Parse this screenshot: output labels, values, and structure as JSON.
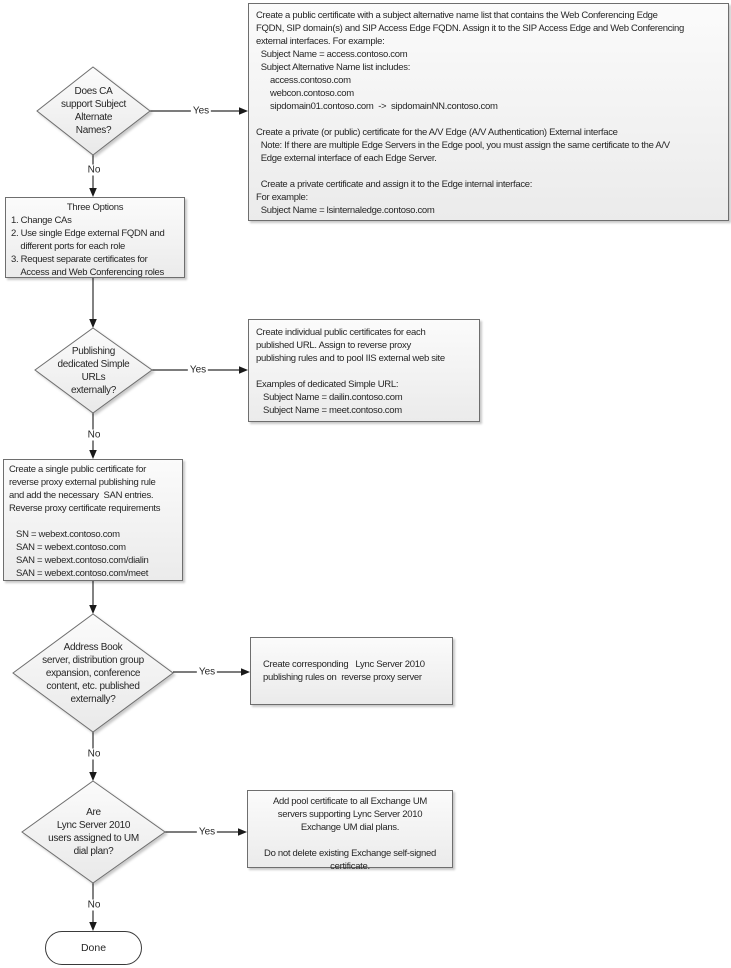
{
  "diagram_title": "Lync Server 2010 certificate planning flowchart",
  "colors": {
    "node_border": "#6e6e6e",
    "node_fill_top": "#fbfbfb",
    "node_fill_bottom": "#ebebeb",
    "connector": "#2e2e2e",
    "arrowhead": "#1a1a1a",
    "text": "#262626",
    "background": "#ffffff"
  },
  "nodes": {
    "decision_ca_san": {
      "label": "Does CA\nsupport Subject\nAlternate\nNames?"
    },
    "process_edge_certificates": {
      "text": "Create a public certificate with a subject alternative name list that contains the Web Conferencing Edge\nFQDN, SIP domain(s) and SIP Access Edge FQDN. Assign it to the SIP Access Edge and Web Conferencing\nexternal interfaces. For example:\n  Subject Name = access.contoso.com\n  Subject Alternative Name list includes:\n      access.contoso.com\n      webcon.contoso.com\n      sipdomain01.contoso.com  ->  sipdomainNN.contoso.com\n\nCreate a private (or public) certificate for the A/V Edge (A/V Authentication) External interface\n  Note: If there are multiple Edge Servers in the Edge pool, you must assign the same certificate to the A/V\n  Edge external interface of each Edge Server.\n\n  Create a private certificate and assign it to the Edge internal interface:\nFor example:\n  Subject Name = lsinternaledge.contoso.com"
    },
    "process_three_options": {
      "title": "Three Options",
      "text": "1. Change CAs\n2. Use single Edge external FQDN and\n    different ports for each role\n3. Request separate certificates for\n    Access and Web Conferencing roles"
    },
    "decision_simple_urls": {
      "label": "Publishing\ndedicated Simple\nURLs\nexternally?"
    },
    "process_individual_certs": {
      "text": "Create individual public certificates for each\npublished URL. Assign to reverse proxy\npublishing rules and to pool IIS external web site\n\nExamples of dedicated Simple URL:\n   Subject Name = dailin.contoso.com\n   Subject Name = meet.contoso.com"
    },
    "process_reverse_proxy_cert": {
      "text": "Create a single public certificate for\nreverse proxy external publishing rule\nand add the necessary  SAN entries.\nReverse proxy certificate requirements\n\n   SN = webext.contoso.com\n   SAN = webext.contoso.com\n   SAN = webext.contoso.com/dialin\n   SAN = webext.contoso.com/meet"
    },
    "decision_address_book": {
      "label": "Address Book\nserver, distribution group\nexpansion, conference\ncontent, etc. published\nexternally?"
    },
    "process_publishing_rules": {
      "text": "Create corresponding   Lync Server 2010\npublishing rules on  reverse proxy server"
    },
    "decision_um_dial_plan": {
      "label": "Are\nLync Server 2010\nusers assigned to UM\ndial plan?"
    },
    "process_exchange_um": {
      "text": "Add pool certificate to all Exchange UM\nservers supporting Lync Server 2010\nExchange UM dial plans.\n\nDo not delete existing Exchange self-signed\ncertificate."
    },
    "terminator_done": {
      "label": "Done"
    }
  },
  "edge_labels": {
    "ca_san_yes": "Yes",
    "ca_san_no": "No",
    "simple_urls_yes": "Yes",
    "simple_urls_no": "No",
    "address_book_yes": "Yes",
    "address_book_no": "No",
    "um_yes": "Yes",
    "um_no": "No"
  }
}
